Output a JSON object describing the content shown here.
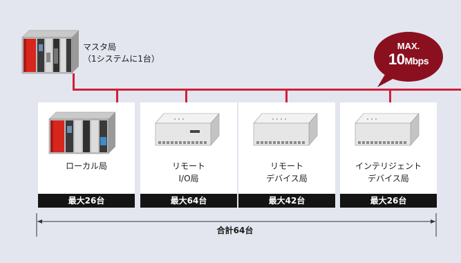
{
  "master": {
    "line1": "マスタ局",
    "line2": "（1システムに1台）"
  },
  "speed": {
    "prefix": "MAX.",
    "value": "10",
    "unit": "Mbps"
  },
  "stations": [
    {
      "name": [
        "ローカル局"
      ],
      "max": "最大26台",
      "device": "plc"
    },
    {
      "name": [
        "リモート",
        "I/O局"
      ],
      "max": "最大64台",
      "device": "module"
    },
    {
      "name": [
        "リモート",
        "デバイス局"
      ],
      "max": "最大42台",
      "device": "module"
    },
    {
      "name": [
        "インテリジェント",
        "デバイス局"
      ],
      "max": "最大26台",
      "device": "module"
    }
  ],
  "total": "合計64台",
  "colors": {
    "network": "#cf1f3a",
    "background": "#e3e6ef",
    "footer": "#141414",
    "badge": "#8a1020"
  }
}
